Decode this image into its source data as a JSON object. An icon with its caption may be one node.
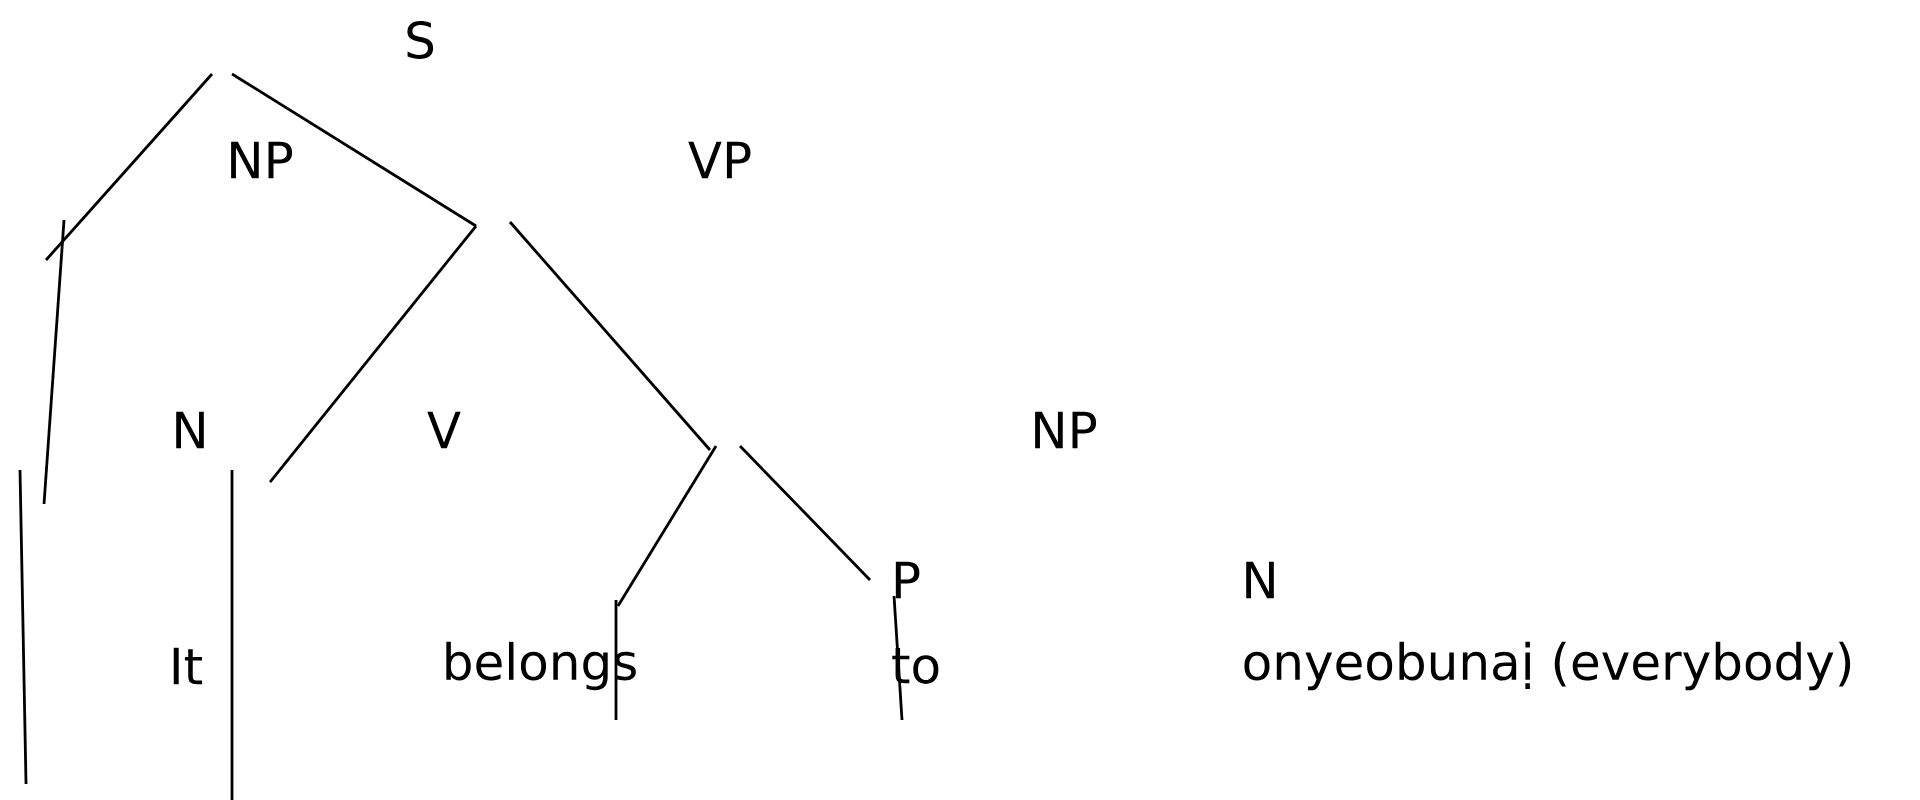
{
  "diagram": {
    "labels": [
      "S",
      "NP",
      "VP",
      "N",
      "V",
      "NP",
      "P",
      "N",
      "It",
      "belongs",
      "to",
      "onyeobunaị (everybody)"
    ]
  }
}
